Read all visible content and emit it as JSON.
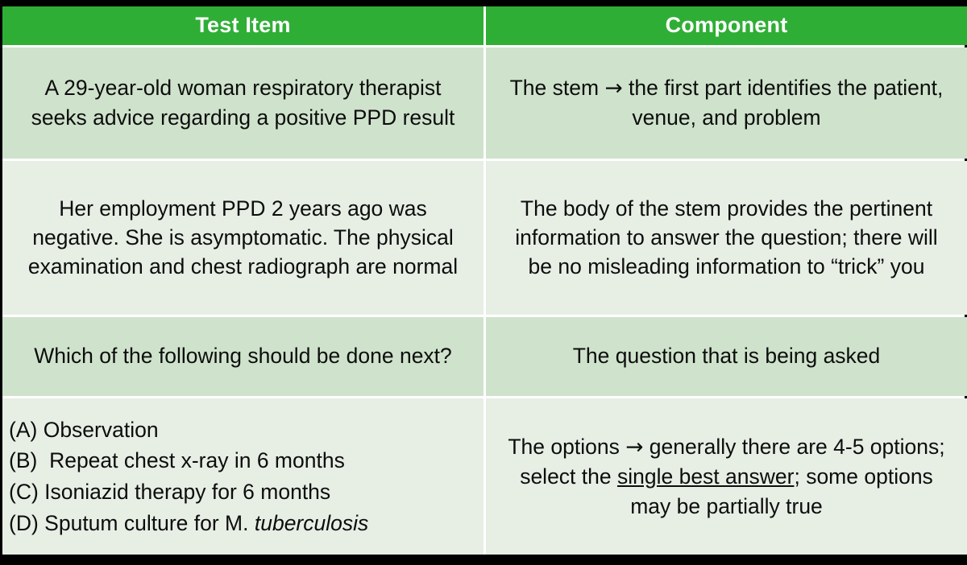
{
  "colors": {
    "header_green": "#2FAE36",
    "row_dark_green": "#CFE3CC",
    "row_light_green": "#E7EFE5",
    "slide_background": "#000000",
    "header_text": "#FFFFFF",
    "body_text": "#0D0D0D"
  },
  "table": {
    "headers": {
      "col1": "Test Item",
      "col2": "Component"
    },
    "rows": [
      {
        "test_item": "A 29-year-old woman respiratory therapist seeks advice regarding a positive PPD result",
        "component_pre": "The stem ",
        "component_arrow": "→",
        "component_post": " the first part identifies the patient, venue, and problem"
      },
      {
        "test_item": "Her employment PPD 2 years ago was negative. She is asymptomatic. The physical examination and chest radiograph are normal",
        "component": "The body of the stem provides the pertinent information to answer the question; there will be no misleading information to “trick” you"
      },
      {
        "test_item": "Which of the following should be done next?",
        "component": "The question that is being asked"
      },
      {
        "options": [
          {
            "label": "(A)",
            "text": "Observation",
            "italic_tail": ""
          },
          {
            "label": "(B)",
            "text": "Repeat chest x-ray in 6 months",
            "italic_tail": ""
          },
          {
            "label": "(C)",
            "text": "Isoniazid therapy for 6 months",
            "italic_tail": ""
          },
          {
            "label": "(D)",
            "text": "Sputum culture for M. ",
            "italic_tail": "tuberculosis"
          }
        ],
        "component_pre": "The options ",
        "component_arrow": "→",
        "component_mid": " generally there are 4-5 options; select the ",
        "component_underlined": "single best answer",
        "component_post": "; some options may be partially true"
      }
    ]
  }
}
